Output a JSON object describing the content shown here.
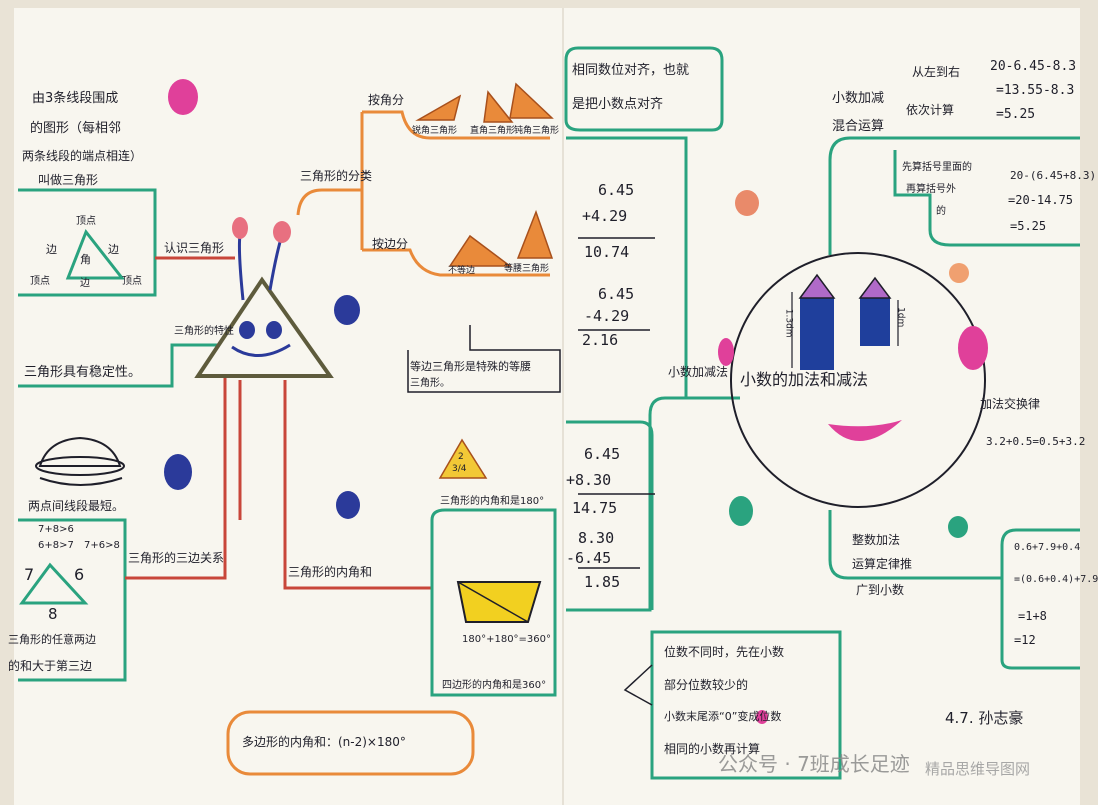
{
  "left": {
    "def": [
      "由3条线段围成",
      "的图形（每相邻",
      "两条线段的端点相连）"
    ],
    "def_title": "叫做三角形",
    "tri_labels": {
      "top": "顶点",
      "side_l": "边",
      "side_r": "边",
      "angle": "角",
      "bl": "顶点",
      "bottom": "边",
      "br": "顶点"
    },
    "know": "认识三角形",
    "stable_link": "三角形的特性",
    "stable": "三角形具有稳定性。",
    "classify": "三角形的分类",
    "by_angle": "按角分",
    "by_angle_items": [
      "锐角三角形",
      "直角三角形",
      "钝角三角形"
    ],
    "by_side": "按边分",
    "by_side_items": [
      "不等边",
      "等腰三角形"
    ],
    "equilateral": "等边三角形是特殊的等腰",
    "equilateral2": "三角形。",
    "shortest": "两点间线段最短。",
    "ineq_nums": [
      "7+8>6",
      "6+8>7",
      "7+6>8"
    ],
    "ineq_sides": [
      "7",
      "6",
      "8"
    ],
    "three_sides": "三角形的三边关系",
    "ineq_rule": [
      "三角形的任意两边",
      "的和大于第三边"
    ],
    "small_tri": [
      "2",
      "3/4"
    ],
    "angle_sum_link": "三角形的内角和",
    "angle_sum_title": "三角形的内角和是180°",
    "quad_formula": "180°+180°=360°",
    "quad_title": "四边形的内角和是360°",
    "polygon": "多边形的内角和：(n-2)×180°"
  },
  "right": {
    "align": [
      "相同数位对齐，也就",
      "是把小数点对齐"
    ],
    "calc1": [
      "6.45",
      "+4.29",
      "10.74"
    ],
    "calc2": [
      "6.45",
      "-4.29",
      "2.16"
    ],
    "calc3": [
      "6.45",
      "+8.30",
      "14.75"
    ],
    "calc4": [
      "8.30",
      "-6.45",
      "1.85"
    ],
    "center": "小数的加法和减法",
    "branch": "小数加减法",
    "mixed": [
      "小数加减",
      "混合运算"
    ],
    "order1": [
      "从左到右",
      "依次计算"
    ],
    "order1_calc": [
      "20-6.45-8.3",
      "=13.55-8.3",
      "=5.25"
    ],
    "order2": [
      "先算括号里面的",
      "再算括号外",
      "的"
    ],
    "order2_calc": [
      "20-(6.45+8.3)",
      "=20-14.75",
      "=5.25"
    ],
    "law_note": [
      "加法交换律",
      "3.2+0.5=0.5+3.2"
    ],
    "integer_law": [
      "整数加法",
      "运算定律推",
      "广到小数"
    ],
    "integer_calc": [
      "0.6+7.9+0.4",
      "=(0.6+0.4)+7.9",
      "=1+8",
      "=12"
    ],
    "digits": [
      "位数不同时，先在小数",
      "部分位数较少的",
      "小数末尾添“0”变成位数",
      "相同的小数再计算"
    ],
    "measure_l": "1.3dm",
    "measure_r": "1dm",
    "signature": "4.7. 孙志豪"
  },
  "watermark": "公众号 · 7班成长足迹",
  "watermark2": "精品思维导图网",
  "colors": {
    "green": "#2aa37f",
    "orange": "#e98a3a",
    "red": "#c8463a",
    "pink": "#e0409a",
    "navy": "#2b3a9a",
    "blue": "#1f3f9c",
    "purple": "#b06ac8"
  }
}
